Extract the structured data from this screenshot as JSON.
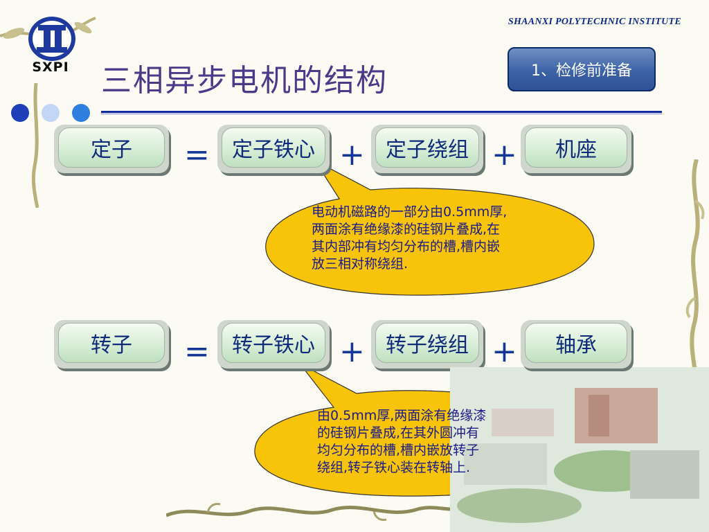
{
  "header": {
    "logo_text": "SXPI",
    "institute": "SHAANXI  POLYTECHNIC   INSTITUTE",
    "title": "三相异步电机的结构",
    "badge": "1、检修前准备"
  },
  "stator": {
    "lhs": "定子",
    "eq": "=",
    "parts": [
      "定子铁心",
      "定子绕组",
      "机座"
    ],
    "plus": "+",
    "note_lines": [
      "电动机磁路的一部分由0.5mm厚,",
      "两面涂有绝缘漆的硅钢片叠成,在",
      "其内部冲有均匀分布的槽,槽内嵌",
      "放三相对称绕组."
    ]
  },
  "rotor": {
    "lhs": "转子",
    "eq": "=",
    "parts": [
      "转子铁心",
      "转子绕组",
      "轴承"
    ],
    "plus": "+",
    "note_lines": [
      "由0.5mm厚,两面涂有绝缘漆",
      "的硅钢片叠成,在其外圆冲有",
      "均匀分布的槽,槽内嵌放转子",
      "绕组,转子铁心装在转轴上."
    ]
  },
  "colors": {
    "title": "#4b3a8a",
    "accent_blue": "#102a9c",
    "bubble_fill": "#f8c40a",
    "box_green": "#d5ecd4"
  }
}
